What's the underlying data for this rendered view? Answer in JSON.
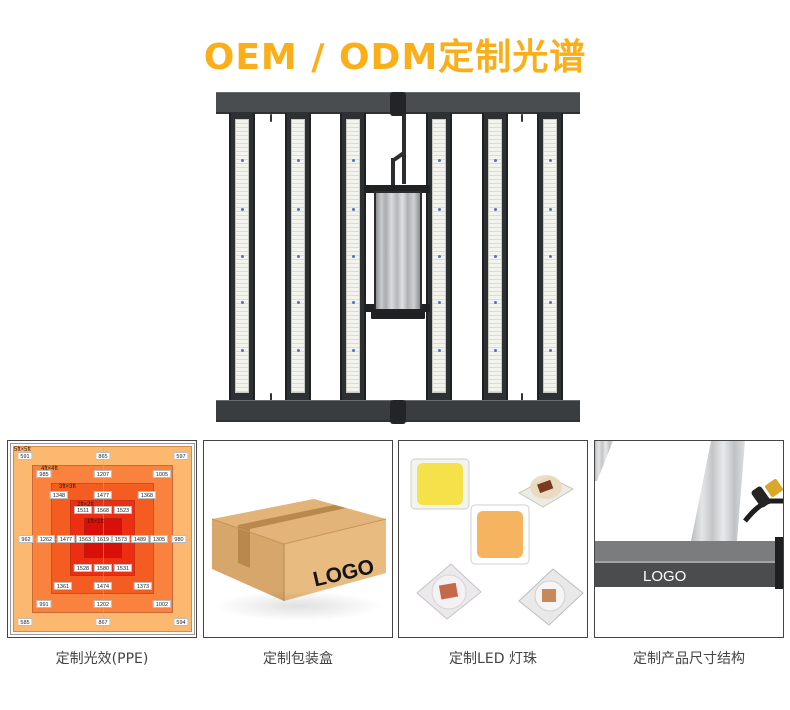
{
  "title": {
    "text": "OEM / ODM定制光谱",
    "color": "#FBAE17"
  },
  "hero": {
    "product": "LED grow light bar fixture",
    "strip_count": 6
  },
  "panels": [
    {
      "id": "ppe",
      "caption": "定制光效(PPE)",
      "ppfd_map": {
        "zones": [
          {
            "label": "5ft×5ft",
            "color": "#FDB870"
          },
          {
            "label": "4ft×4ft",
            "color": "#F9823F"
          },
          {
            "label": "3ft×3ft",
            "color": "#F45C22"
          },
          {
            "label": "2ft×2ft",
            "color": "#EE2E12"
          },
          {
            "label": "1ft×1ft",
            "color": "#D9100A"
          }
        ],
        "rows": [
          [
            "591",
            "865",
            "597"
          ],
          [
            "985",
            "1207",
            "1005"
          ],
          [
            "1348",
            "1477",
            "1368"
          ],
          [
            "1511",
            "1568",
            "1523"
          ],
          [
            "962",
            "1262",
            "1477",
            "1563",
            "1619",
            "1573",
            "1489",
            "1305",
            "980"
          ],
          [
            "1528",
            "1580",
            "1531"
          ],
          [
            "1361",
            "1474",
            "1373"
          ],
          [
            "991",
            "1202",
            "1002"
          ],
          [
            "585",
            "867",
            "594"
          ]
        ]
      }
    },
    {
      "id": "box",
      "caption": "定制包装盒",
      "logo_text": "LOGO"
    },
    {
      "id": "led",
      "caption": "定制LED 灯珠"
    },
    {
      "id": "structure",
      "caption": "定制产品尺寸结构",
      "logo_text": "LOGO"
    }
  ]
}
